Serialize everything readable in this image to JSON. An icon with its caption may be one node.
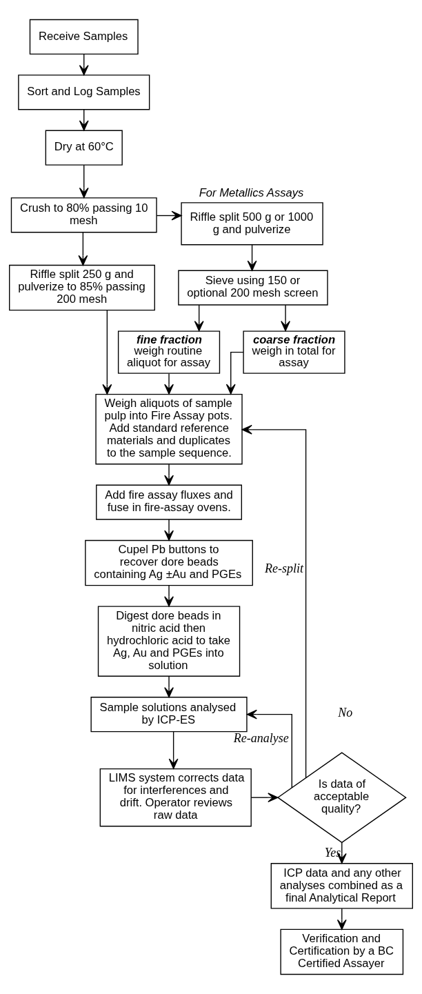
{
  "diagram": {
    "nodes": [
      {
        "text": [
          "Receive Samples"
        ]
      },
      {
        "text": [
          "Sort and Log Samples"
        ]
      },
      {
        "text": [
          "Dry at 60°C"
        ]
      },
      {
        "text": [
          "Crush to 80% passing 10 mesh"
        ]
      },
      {
        "text": [
          "For Metallics Assays",
          "Riffle split 500 g or 1000 g and pulverize"
        ]
      },
      {
        "text": [
          "Riffle split 250 g and pulverize to 85% passing 200 mesh"
        ]
      },
      {
        "text": [
          "Sieve using 150 or optional 200 mesh screen"
        ]
      },
      {
        "text": [
          "fine fraction",
          "weigh routine aliquot for assay"
        ]
      },
      {
        "text": [
          "coarse fraction",
          "weigh in total for assay"
        ]
      },
      {
        "text": [
          "Weigh aliquots of sample pulp into Fire Assay pots. Add standard reference materials and duplicates to the sample sequence."
        ]
      },
      {
        "text": [
          "Add fire assay fluxes and fuse in fire-assay ovens."
        ]
      },
      {
        "text": [
          "Cupel Pb buttons to recover dore beads containing Ag ±Au and PGEs"
        ]
      },
      {
        "text": [
          "Digest dore beads in nitric acid then hydrochloric acid to take Ag, Au and PGEs into solution"
        ]
      },
      {
        "text": [
          "Sample solutions analysed by ICP-ES"
        ]
      },
      {
        "text": [
          "LIMS system corrects data for interferences and drift. Operator reviews raw data"
        ]
      },
      {
        "text": [
          "Is data of acceptable quality?"
        ]
      },
      {
        "text": [
          "ICP data and any other analyses combined as a final Analytical Report"
        ]
      },
      {
        "text": [
          "Verification and Certification by a BC Certified Assayer"
        ]
      }
    ],
    "edges": [
      {
        "from": 0,
        "to": 1,
        "arrow": "to"
      },
      {
        "from": 1,
        "to": 2,
        "arrow": "to"
      },
      {
        "from": 2,
        "to": 3,
        "arrow": "to"
      },
      {
        "from": 3,
        "to": 4,
        "arrow": "to"
      },
      {
        "from": 3,
        "to": 5,
        "arrow": "to"
      },
      {
        "from": 4,
        "to": 6,
        "arrow": "to"
      },
      {
        "from": 6,
        "to": 7,
        "arrow": "to"
      },
      {
        "from": 6,
        "to": 8,
        "arrow": "to"
      },
      {
        "from": 5,
        "to": 9,
        "arrow": "to"
      },
      {
        "from": 7,
        "to": 9,
        "arrow": "to"
      },
      {
        "from": 8,
        "to": 9,
        "arrow": "to"
      },
      {
        "from": 15,
        "to": 9,
        "arrow": "to",
        "label": "Re-split"
      },
      {
        "from": 9,
        "to": 10,
        "arrow": "to"
      },
      {
        "from": 10,
        "to": 11,
        "arrow": "to"
      },
      {
        "from": 11,
        "to": 12,
        "arrow": "to"
      },
      {
        "from": 12,
        "to": 13,
        "arrow": "to"
      },
      {
        "from": 15,
        "to": 13,
        "arrow": "to",
        "label": "Re-analyse"
      },
      {
        "from": 13,
        "to": 14,
        "arrow": "to"
      },
      {
        "from": 14,
        "to": 15,
        "arrow": "to"
      },
      {
        "from": 15,
        "to": 16,
        "arrow": "to",
        "label": "Yes"
      },
      {
        "from": 16,
        "to": 17,
        "arrow": "to"
      }
    ],
    "labels": [
      "No"
    ]
  }
}
